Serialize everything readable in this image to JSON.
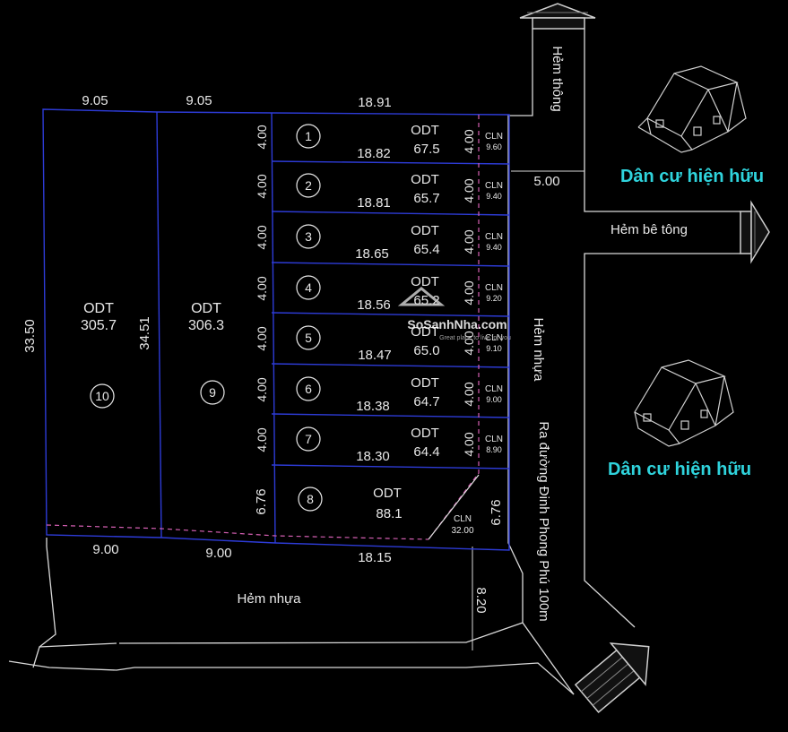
{
  "colors": {
    "background": "#000000",
    "boundary": "#2d3bd6",
    "roads": "#d9d9d9",
    "cln_line": "#d45fb2",
    "text": "#e8e8e8",
    "highlight_text": "#2fd3dc"
  },
  "top_dims": {
    "d1": "9.05",
    "d2": "9.05",
    "d3": "18.91"
  },
  "bottom_dims": {
    "d1": "9.00",
    "d2": "9.00",
    "d3": "18.15"
  },
  "side_dims": {
    "left_outer": "33.50",
    "left_inner": "34.51",
    "lot8_left": "6.76",
    "lot8_right": "6.76",
    "road_gap": "8.20",
    "alley_width": "5.00"
  },
  "big_lots": [
    {
      "number": "10",
      "use": "ODT",
      "area": "305.7"
    },
    {
      "number": "9",
      "use": "ODT",
      "area": "306.3"
    }
  ],
  "lots": [
    {
      "number": "1",
      "width": "4.00",
      "length": "18.82",
      "use": "ODT",
      "area": "67.5",
      "right_width": "4.00",
      "cln_label": "CLN",
      "cln_area": "9.60"
    },
    {
      "number": "2",
      "width": "4.00",
      "length": "18.81",
      "use": "ODT",
      "area": "65.7",
      "right_width": "4.00",
      "cln_label": "CLN",
      "cln_area": "9.40"
    },
    {
      "number": "3",
      "width": "4.00",
      "length": "18.65",
      "use": "ODT",
      "area": "65.4",
      "right_width": "4.00",
      "cln_label": "CLN",
      "cln_area": "9.40"
    },
    {
      "number": "4",
      "width": "4.00",
      "length": "18.56",
      "use": "ODT",
      "area": "65.2",
      "right_width": "4.00",
      "cln_label": "CLN",
      "cln_area": "9.20"
    },
    {
      "number": "5",
      "width": "4.00",
      "length": "18.47",
      "use": "ODT",
      "area": "65.0",
      "right_width": "4.00",
      "cln_label": "CLN",
      "cln_area": "9.10"
    },
    {
      "number": "6",
      "width": "4.00",
      "length": "18.38",
      "use": "ODT",
      "area": "64.7",
      "right_width": "4.00",
      "cln_label": "CLN",
      "cln_area": "9.00"
    },
    {
      "number": "7",
      "width": "4.00",
      "length": "18.30",
      "use": "ODT",
      "area": "64.4",
      "right_width": "4.00",
      "cln_label": "CLN",
      "cln_area": "8.90"
    }
  ],
  "lot8": {
    "number": "8",
    "use": "ODT",
    "area": "88.1",
    "cln_label": "CLN",
    "cln_area": "32.00"
  },
  "roads": {
    "hem_thong": "Hẻm thông",
    "hem_be_tong": "Hẻm bê tông",
    "hem_nhua_right": "Hẻm nhựa",
    "ra_duong": "Ra đường Đinh Phong Phú 100m",
    "hem_nhua_bottom": "Hẻm nhựa"
  },
  "neighbors": {
    "top": "Dân cư hiện hữu",
    "bottom": "Dân cư hiện hữu"
  },
  "watermark": {
    "brand": "SoSanhNha.com",
    "tagline": "Great place to live for you",
    "brand_color": "#ffffff"
  },
  "icons": [
    "house-sketch-icon",
    "north-arrow-icon",
    "road-arrow-east-icon",
    "road-arrow-southeast-icon"
  ]
}
